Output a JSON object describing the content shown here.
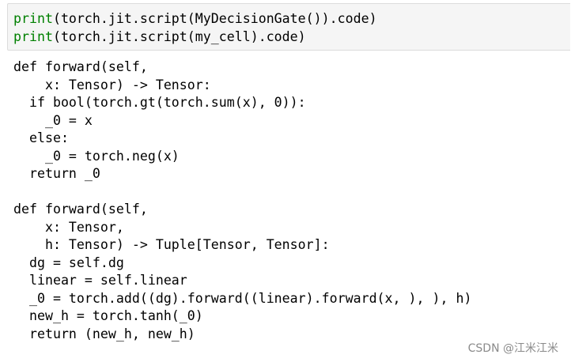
{
  "input_cell": {
    "lines": [
      {
        "keyword": "print",
        "rest": "(torch.jit.script(MyDecisionGate()).code)"
      },
      {
        "keyword": "print",
        "rest": "(torch.jit.script(my_cell).code)"
      }
    ]
  },
  "output": {
    "lines": [
      "def forward(self,",
      "    x: Tensor) -> Tensor:",
      "  if bool(torch.gt(torch.sum(x), 0)):",
      "    _0 = x",
      "  else:",
      "    _0 = torch.neg(x)",
      "  return _0",
      "",
      "def forward(self,",
      "    x: Tensor,",
      "    h: Tensor) -> Tuple[Tensor, Tensor]:",
      "  dg = self.dg",
      "  linear = self.linear",
      "  _0 = torch.add((dg).forward((linear).forward(x, ), ), h)",
      "  new_h = torch.tanh(_0)",
      "  return (new_h, new_h)"
    ]
  },
  "watermark": "CSDN @江米江米",
  "colors": {
    "print_keyword": "#008000",
    "cell_background": "#f5f5f5"
  }
}
